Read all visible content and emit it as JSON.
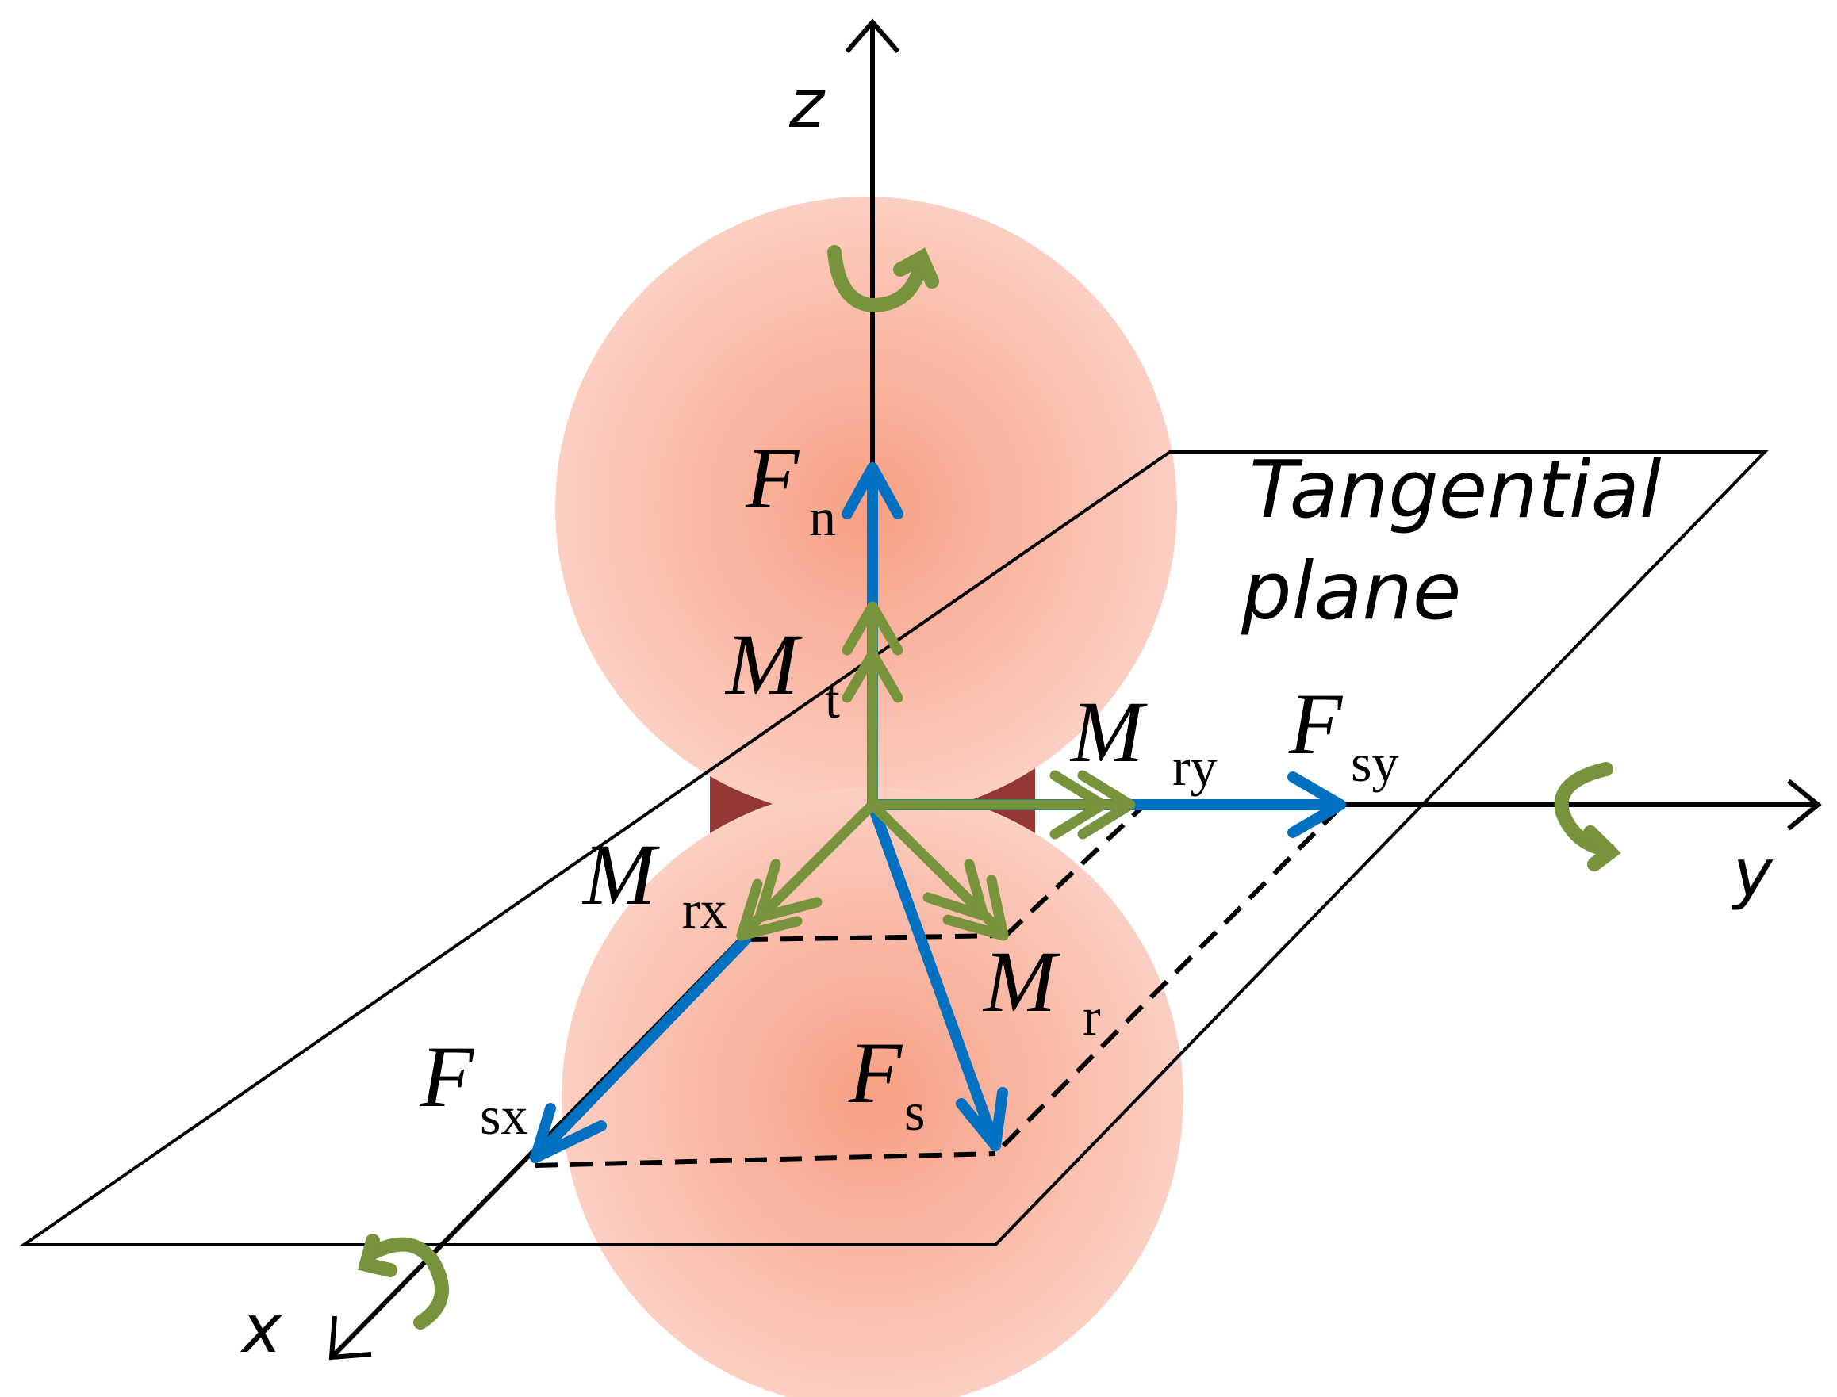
{
  "plane": {
    "line1": "Tangential",
    "line2": "plane"
  },
  "axes": {
    "x": "x",
    "y": "y",
    "z": "z"
  },
  "forces": {
    "fn": {
      "base": "F",
      "sub": "n"
    },
    "fs": {
      "base": "F",
      "sub": "s"
    },
    "fsx": {
      "base": "F",
      "sub": "sx"
    },
    "fsy": {
      "base": "F",
      "sub": "sy"
    }
  },
  "moments": {
    "mt": {
      "base": "M",
      "sub": "t"
    },
    "mr": {
      "base": "M",
      "sub": "r"
    },
    "mrx": {
      "base": "M",
      "sub": "rx"
    },
    "mry": {
      "base": "M",
      "sub": "ry"
    }
  },
  "colors": {
    "force": "#0070C0",
    "moment": "#77933C",
    "particle": "#F4A088",
    "bond": "#943634",
    "axis": "#000000"
  }
}
